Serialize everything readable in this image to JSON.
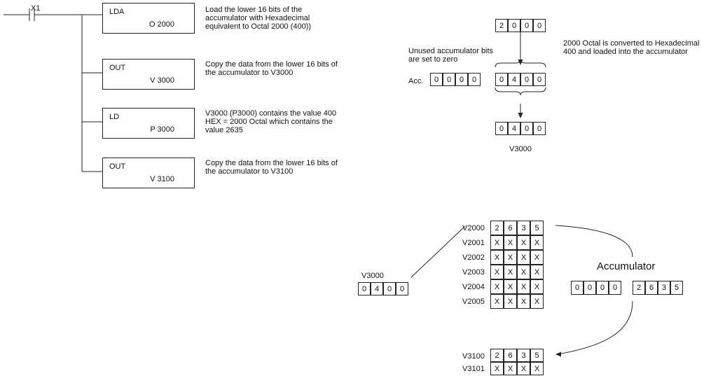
{
  "ladder": {
    "contact_label": "X1",
    "instructions": [
      {
        "mnemonic": "LDA",
        "operand": "O 2000",
        "comment": "Load the lower 16 bits of the\naccumulator with Hexadecimal\nequivalent to Octal 2000 (400))"
      },
      {
        "mnemonic": "OUT",
        "operand": "V 3000",
        "comment": "Copy the data from the lower 16 bits of\nthe accumulator to V3000"
      },
      {
        "mnemonic": "LD",
        "operand": "P 3000",
        "comment": "V3000 (P3000) contains the value 400\nHEX = 2000 Octal which contains the\nvalue 2635"
      },
      {
        "mnemonic": "OUT",
        "operand": "V 3100",
        "comment": "Copy the data from the lower 16 bits of\nthe accumulator to V3100"
      }
    ]
  },
  "conversion": {
    "octal_digits": [
      "2",
      "0",
      "0",
      "0"
    ],
    "octal_note": "2000 Octal is converted to Hexadecimal\n400 and loaded into the accumulator",
    "unused_note": "Unused accumulator bits\nare set to zero",
    "acc_label": "Acc.",
    "acc_upper": [
      "0",
      "0",
      "0",
      "0"
    ],
    "acc_lower": [
      "0",
      "4",
      "0",
      "0"
    ],
    "v3000_digits": [
      "0",
      "4",
      "0",
      "0"
    ],
    "v3000_label": "V3000"
  },
  "memory": {
    "pointer_label": "V3000",
    "pointer_digits": [
      "0",
      "4",
      "0",
      "0"
    ],
    "table": [
      {
        "addr": "V2000",
        "digits": [
          "2",
          "6",
          "3",
          "5"
        ]
      },
      {
        "addr": "V2001",
        "digits": [
          "X",
          "X",
          "X",
          "X"
        ]
      },
      {
        "addr": "V2002",
        "digits": [
          "X",
          "X",
          "X",
          "X"
        ]
      },
      {
        "addr": "V2003",
        "digits": [
          "X",
          "X",
          "X",
          "X"
        ]
      },
      {
        "addr": "V2004",
        "digits": [
          "X",
          "X",
          "X",
          "X"
        ]
      },
      {
        "addr": "V2005",
        "digits": [
          "X",
          "X",
          "X",
          "X"
        ]
      }
    ],
    "accumulator_label": "Accumulator",
    "acc_digits": [
      "0",
      "0",
      "0",
      "0",
      "2",
      "6",
      "3",
      "5"
    ],
    "dest_table": [
      {
        "addr": "V3100",
        "digits": [
          "2",
          "6",
          "3",
          "5"
        ]
      },
      {
        "addr": "V3101",
        "digits": [
          "X",
          "X",
          "X",
          "X"
        ]
      }
    ]
  }
}
